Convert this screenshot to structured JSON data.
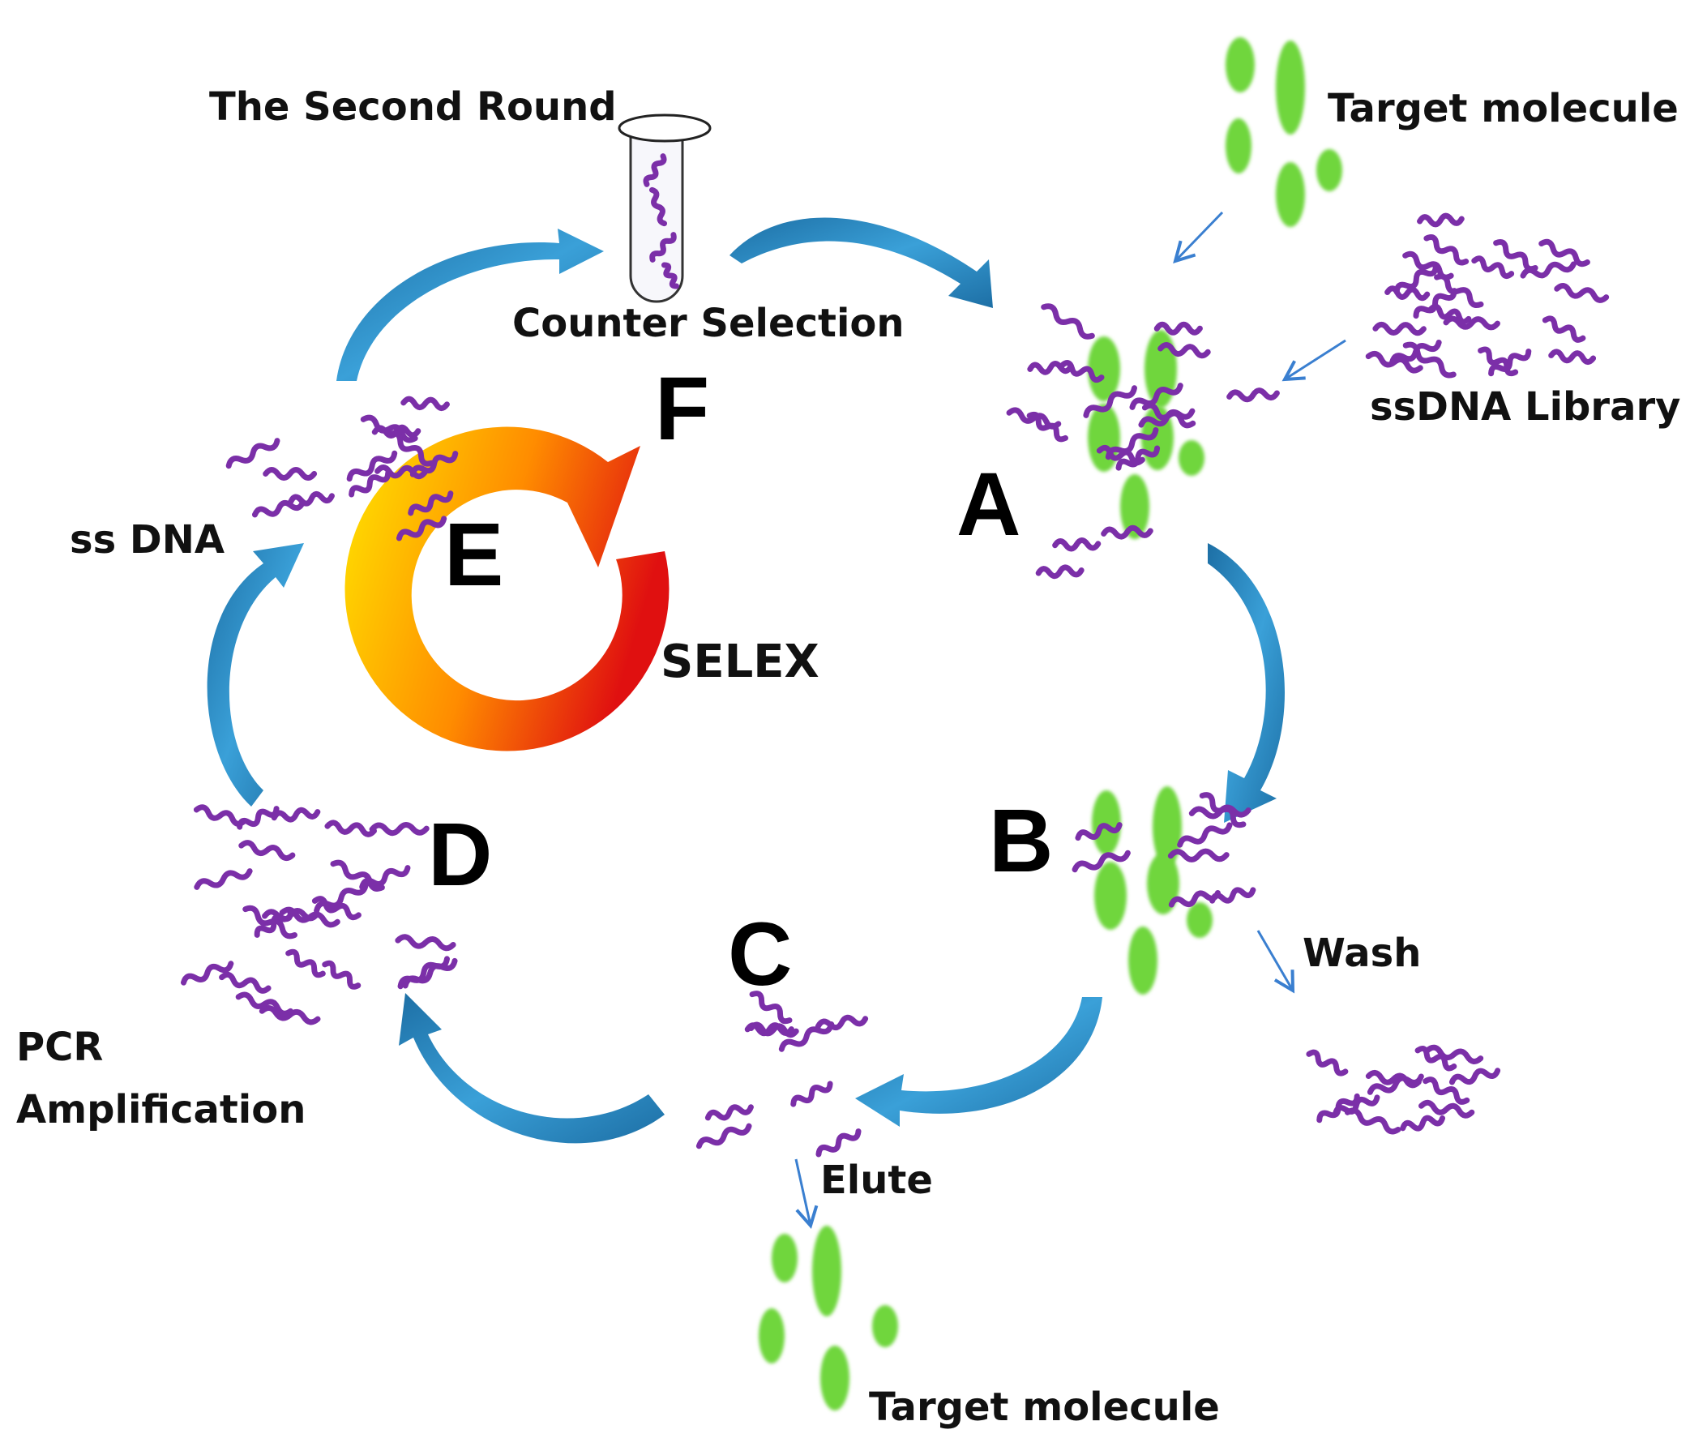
{
  "texts": {
    "second_round": "The Second Round",
    "counter_selection": "Counter Selection",
    "target_top": "Target molecule",
    "library": "ssDNA Library",
    "wash": "Wash",
    "elute": "Elute",
    "target_bottom": "Target molecule",
    "ssdna": "ss DNA",
    "pcr_line1": "PCR",
    "pcr_line2": "Amplification",
    "center": "SELEX"
  },
  "steps": [
    "A",
    "B",
    "C",
    "D",
    "E",
    "F"
  ],
  "colors": {
    "strand": "#7b2fa8",
    "target": "#6fd63e",
    "cycle_arrow": "#2a86bf",
    "pointer_arrow": "#3a7fd0",
    "selex_start": "#ffe600",
    "selex_mid": "#ff8c00",
    "selex_end": "#e01010"
  },
  "icons": [
    "strand-icon",
    "target-molecule-icon",
    "test-tube-icon",
    "cycle-arrow-icon"
  ]
}
